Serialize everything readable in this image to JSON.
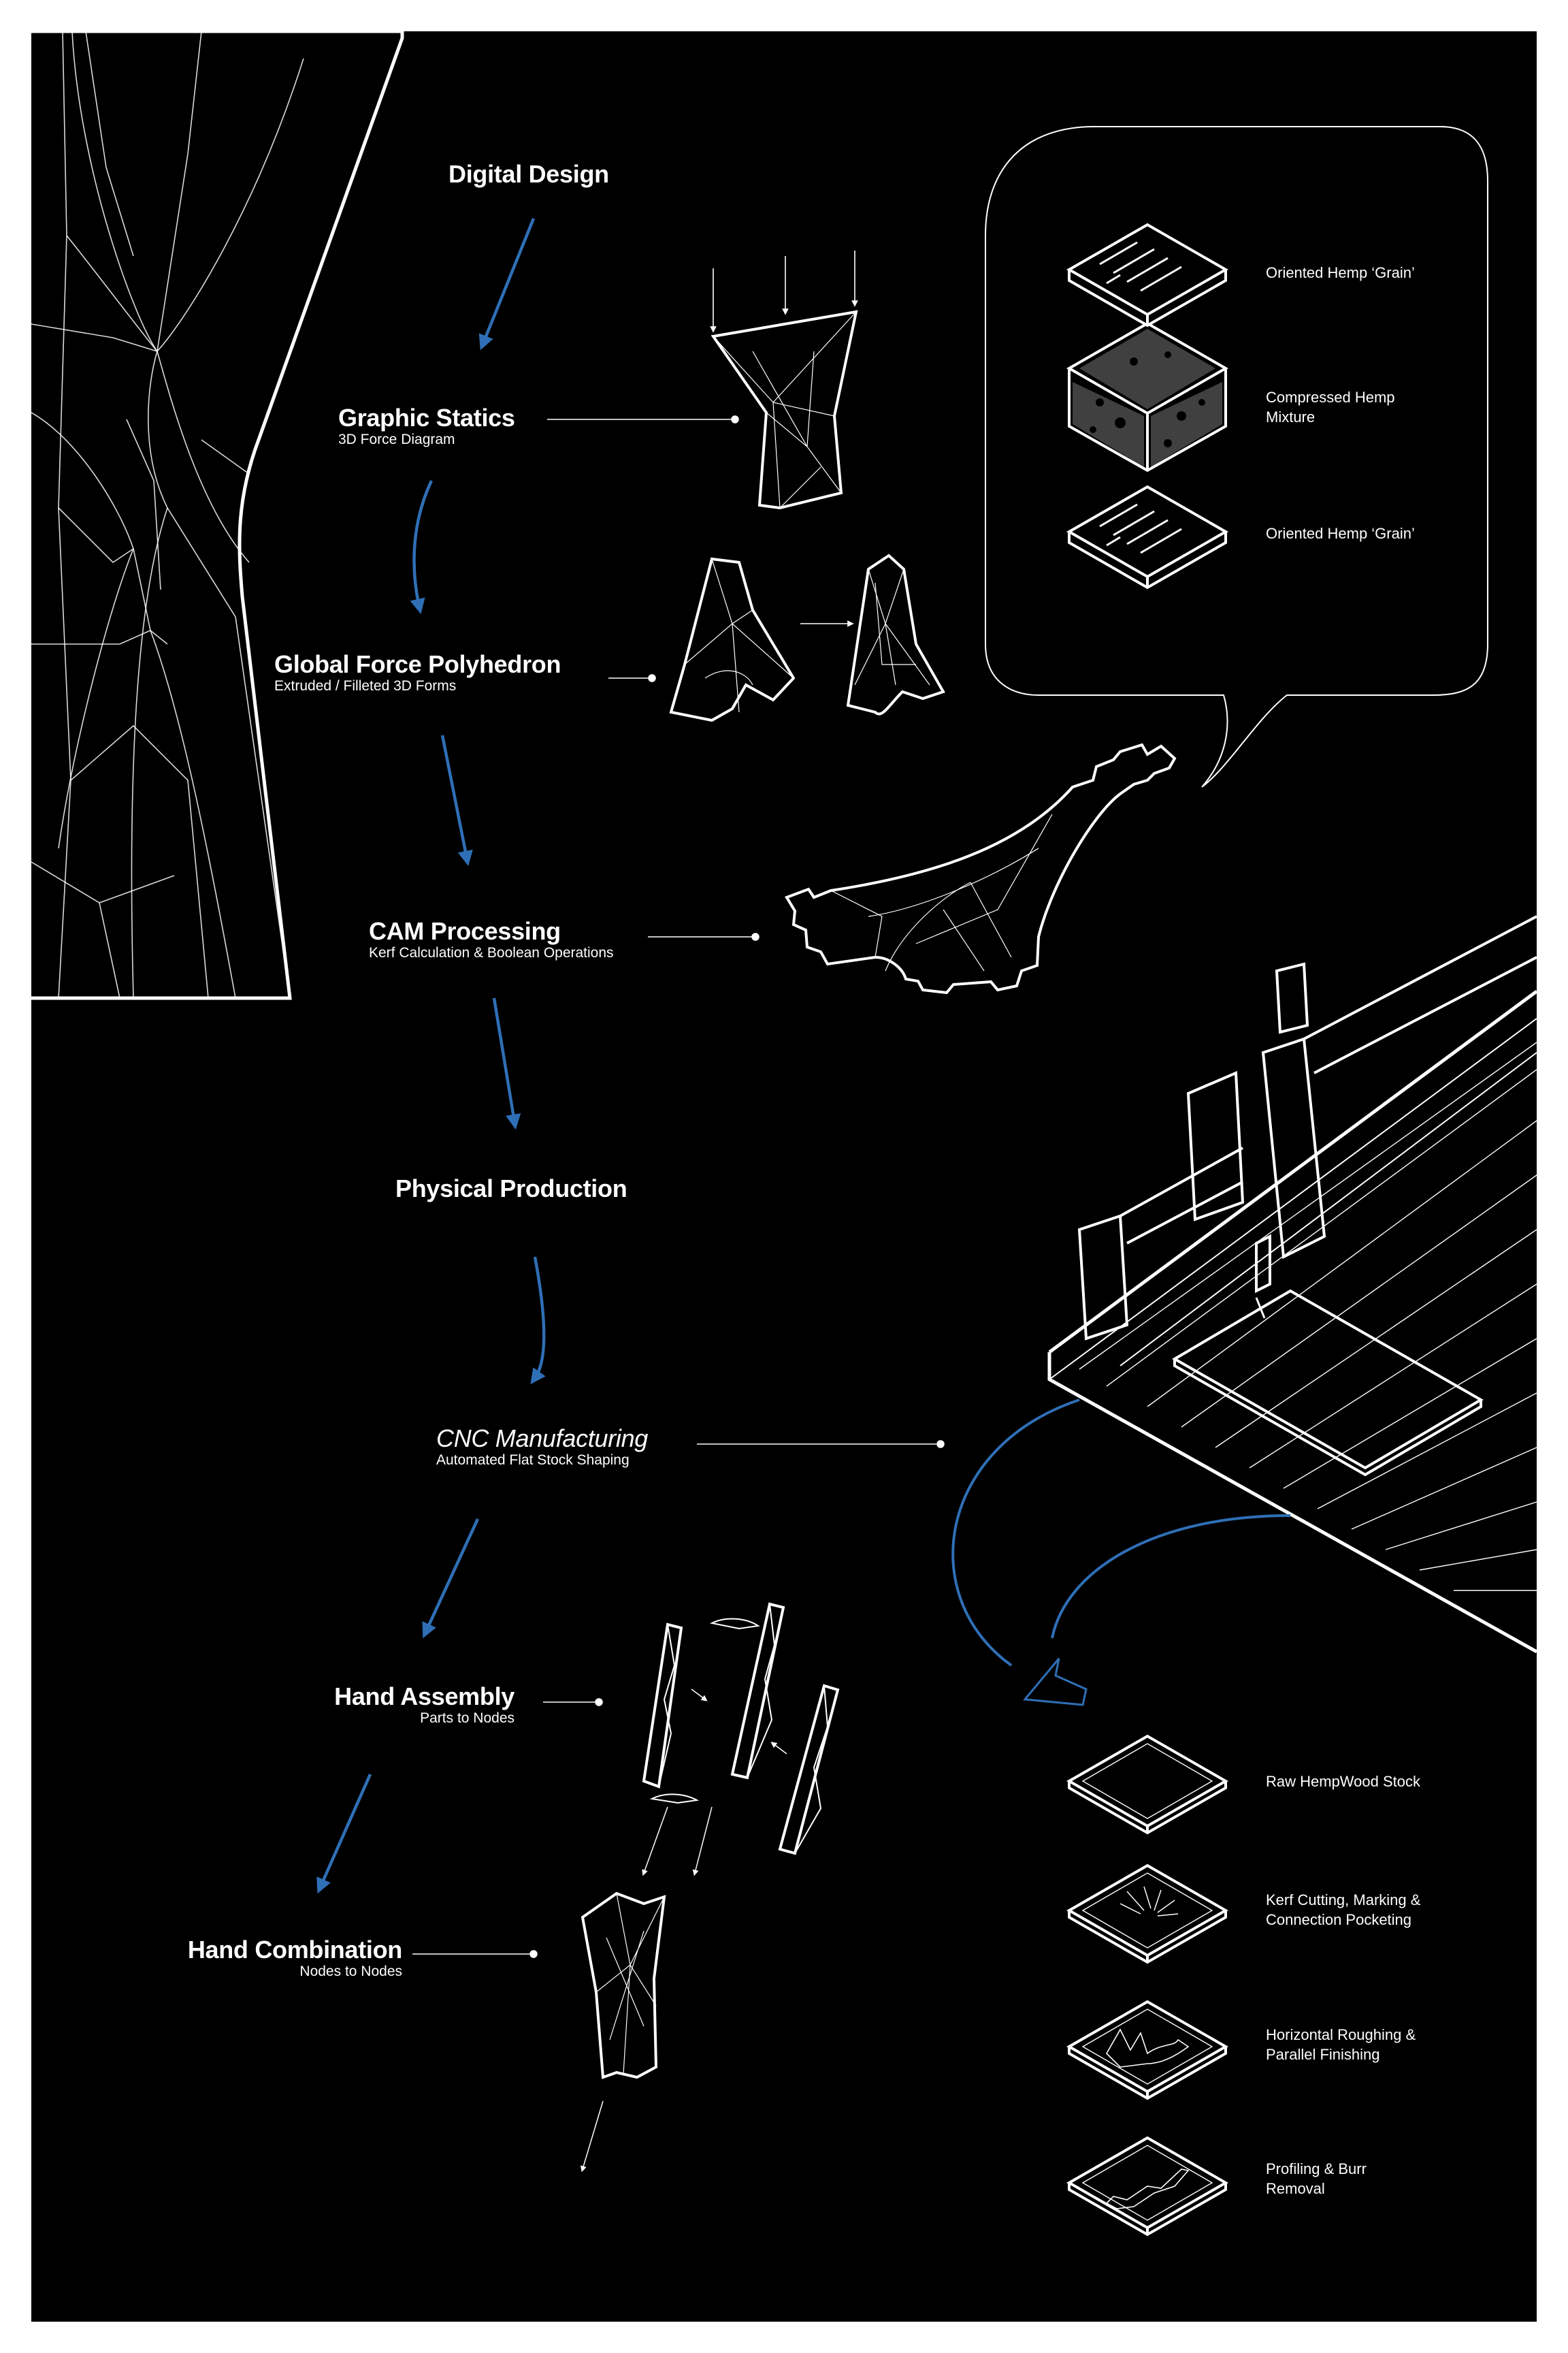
{
  "stages": [
    {
      "title": "Digital Design",
      "subtitle": ""
    },
    {
      "title": "Graphic Statics",
      "subtitle": "3D Force Diagram"
    },
    {
      "title": "Global Force Polyhedron",
      "subtitle": "Extruded / Filleted 3D Forms"
    },
    {
      "title": "CAM Processing",
      "subtitle": "Kerf Calculation & Boolean Operations"
    },
    {
      "title": "Physical Production",
      "subtitle": ""
    },
    {
      "title": "CNC Manufacturing",
      "subtitle": "Automated Flat Stock Shaping"
    },
    {
      "title": "Hand Assembly",
      "subtitle": "Parts to Nodes"
    },
    {
      "title": "Hand Combination",
      "subtitle": "Nodes to Nodes"
    }
  ],
  "material_layers": [
    {
      "label": "Oriented Hemp ‘Grain’"
    },
    {
      "label": "Compressed Hemp Mixture"
    },
    {
      "label": "Oriented Hemp ‘Grain’"
    }
  ],
  "cnc_steps": [
    {
      "label": "Raw HempWood Stock"
    },
    {
      "label": "Kerf Cutting, Marking & Connection Pocketing"
    },
    {
      "label": "Horizontal Roughing & Parallel Finishing"
    },
    {
      "label": "Profiling & Burr Removal"
    }
  ],
  "colors": {
    "background": "#000000",
    "line": "#ffffff",
    "flow_arrow": "#2f6fb6",
    "frame": "#ffffff"
  }
}
